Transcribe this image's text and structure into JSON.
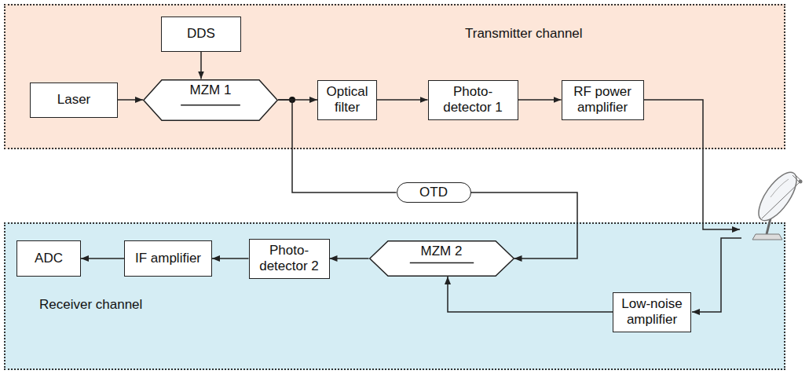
{
  "diagram": {
    "nodes": [
      {
        "text": [
          "Transmitter channel"
        ]
      },
      {
        "text": [
          "DDS"
        ],
        "in": 0
      },
      {
        "text": [
          "Laser"
        ],
        "in": 0
      },
      {
        "text": [
          "MZM 1"
        ],
        "in": 0
      },
      {
        "text": [
          "Optical filter"
        ],
        "in": 0
      },
      {
        "text": [
          "Photo- detector 1"
        ],
        "in": 0
      },
      {
        "text": [
          "RF power amplifier"
        ],
        "in": 0
      },
      {
        "text": [
          "OTD"
        ]
      },
      {
        "text": [
          "Receiver channel"
        ]
      },
      {
        "text": [
          "ADC"
        ],
        "in": 8
      },
      {
        "text": [
          "IF amplifier"
        ],
        "in": 8
      },
      {
        "text": [
          "Photo- detector 2"
        ],
        "in": 8
      },
      {
        "text": [
          "MZM 2"
        ],
        "in": 8
      },
      {
        "text": [
          "Low-noise amplifier"
        ],
        "in": 8
      }
    ],
    "edges": [
      {
        "from": 1,
        "to": 3,
        "arrow": "to"
      },
      {
        "from": 2,
        "to": 3,
        "arrow": "to"
      },
      {
        "from": 3,
        "to": 4,
        "arrow": "to"
      },
      {
        "from": 3,
        "to": 7,
        "arrow": "none"
      },
      {
        "from": 4,
        "to": 5,
        "arrow": "to"
      },
      {
        "from": 5,
        "to": 6,
        "arrow": "to"
      },
      {
        "from": 7,
        "to": 12,
        "arrow": "to"
      },
      {
        "from": 13,
        "to": 12,
        "arrow": "to"
      },
      {
        "from": 12,
        "to": 11,
        "arrow": "to"
      },
      {
        "from": 11,
        "to": 10,
        "arrow": "to"
      },
      {
        "from": 10,
        "to": 9,
        "arrow": "to"
      }
    ]
  }
}
